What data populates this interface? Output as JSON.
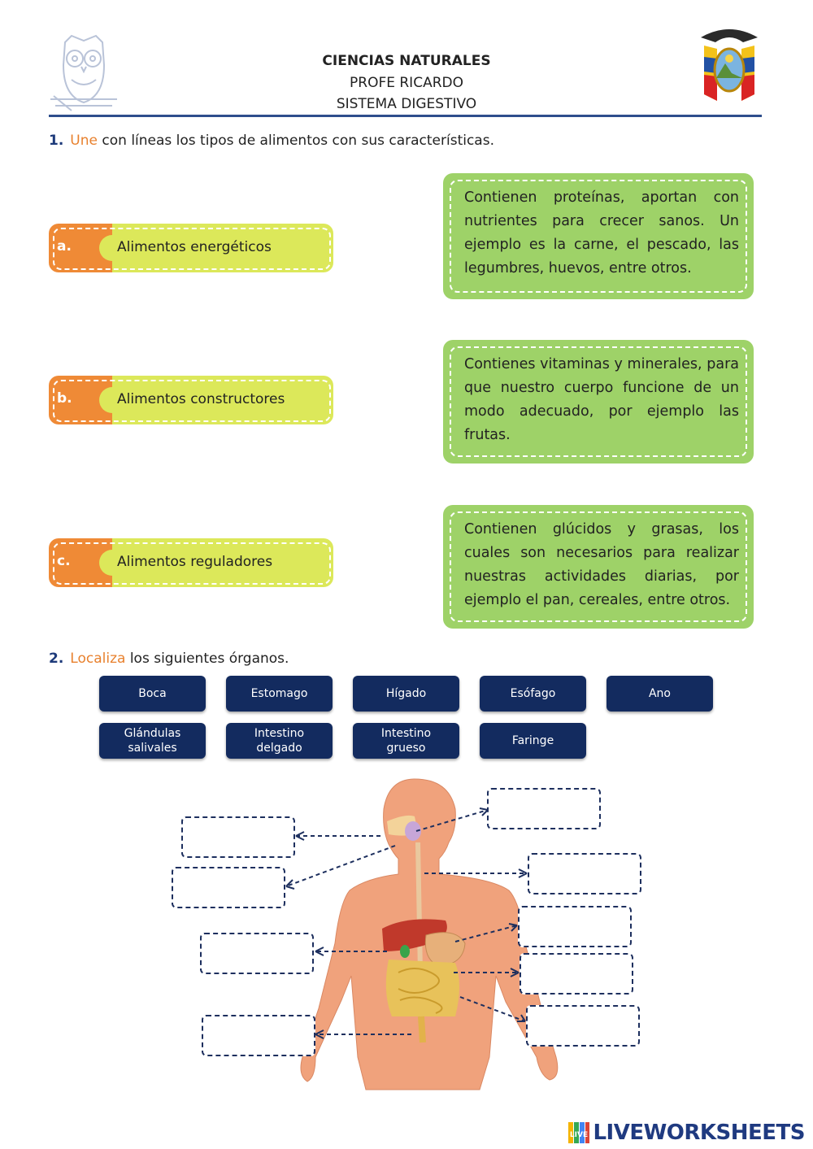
{
  "header": {
    "title": "CIENCIAS NATURALES",
    "teacher": "PROFE RICARDO",
    "topic": "SISTEMA DIGESTIVO"
  },
  "q1": {
    "number": "1.",
    "verb": "Une",
    "rest": "con líneas los tipos de alimentos con sus características.",
    "items": [
      {
        "letter": "a.",
        "label": "Alimentos energéticos"
      },
      {
        "letter": "b.",
        "label": "Alimentos constructores"
      },
      {
        "letter": "c.",
        "label": "Alimentos reguladores"
      }
    ],
    "descriptions": [
      "Contienen proteínas, aportan con nutrientes para crecer sanos. Un ejemplo es la carne, el pescado, las legumbres, huevos, entre otros.",
      "Contienes vitaminas y minerales, para que nuestro cuerpo funcione de un modo adecuado, por ejemplo las frutas.",
      "Contienen glúcidos y grasas, los cuales son necesarios para realizar nuestras actividades diarias, por ejemplo el pan, cereales, entre otros."
    ]
  },
  "q2": {
    "number": "2.",
    "verb": "Localiza",
    "rest": "los siguientes órganos.",
    "organs": [
      "Boca",
      "Estomago",
      "Hígado",
      "Esófago",
      "Ano",
      "Glándulas\nsalivales",
      "Intestino\ndelgado",
      "Intestino\ngrueso",
      "Faringe"
    ]
  },
  "footer": {
    "brand": "LIVEWORKSHEETS",
    "mark": "LIVE"
  },
  "colors": {
    "navy": "#132b5f",
    "orange": "#ef8a36",
    "yellow": "#dce85a",
    "green": "#9ed268",
    "skin": "#f0a27c"
  }
}
